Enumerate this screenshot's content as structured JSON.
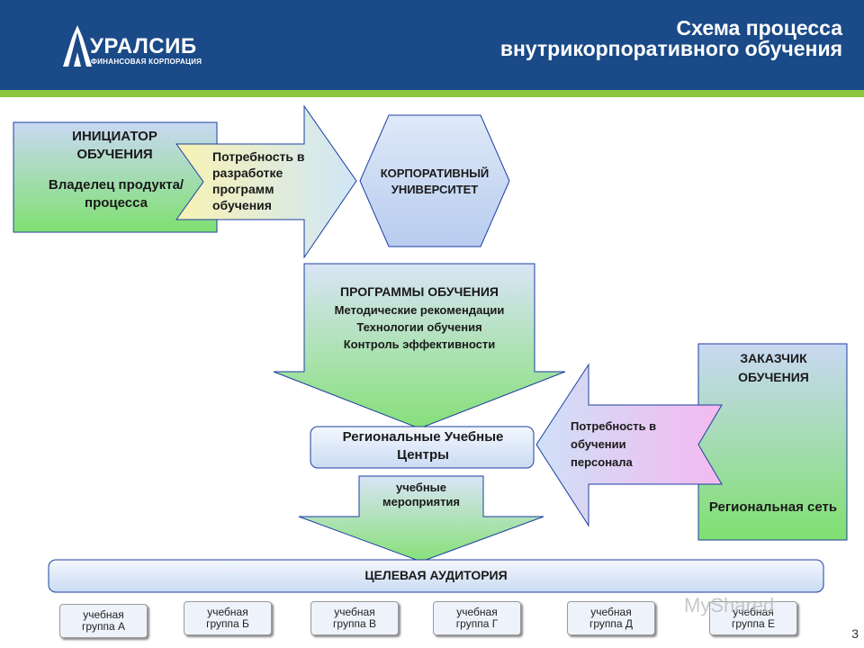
{
  "header": {
    "logo_text": "УРАЛСИБ",
    "logo_sub": "ФИНАНСОВАЯ КОРПОРАЦИЯ",
    "title_line1": "Схема процесса",
    "title_line2": "внутрикорпоративного обучения"
  },
  "initiator": {
    "title": "ИНИЦИАТОР ОБУЧЕНИЯ",
    "body": "Владелец продукта/процесса"
  },
  "need_dev": "Потребность в разработке программ обучения",
  "corp_univ": "КОРПОРАТИВНЫЙ УНИВЕРСИТЕТ",
  "programs": {
    "title": "ПРОГРАММЫ ОБУЧЕНИЯ",
    "line1": "Методические рекомендации",
    "line2": "Технологии обучения",
    "line3": "Контроль эффективности"
  },
  "customer": {
    "title": "ЗАКАЗЧИК ОБУЧЕНИЯ",
    "body": "Региональная сеть"
  },
  "need_train": "Потребность в обучении персонала",
  "regional_centers": "Региональные Учебные Центры",
  "events": "учебные мероприятия",
  "audience": "ЦЕЛЕВАЯ АУДИТОРИЯ",
  "groups": [
    {
      "l1": "учебная",
      "l2": "группа А"
    },
    {
      "l1": "учебная",
      "l2": "группа Б"
    },
    {
      "l1": "учебная",
      "l2": "группа В"
    },
    {
      "l1": "учебная",
      "l2": "группа Г"
    },
    {
      "l1": "учебная",
      "l2": "группа Д"
    },
    {
      "l1": "учебная",
      "l2": "группа Е"
    }
  ],
  "watermark": "MyShared",
  "page_number": "3",
  "colors": {
    "header": "#1a4a87",
    "accent": "#8dc63f",
    "hexagon": "#1c3fa0",
    "green_grad": "#9be38a",
    "blue_grad": "#d6e4f7"
  }
}
